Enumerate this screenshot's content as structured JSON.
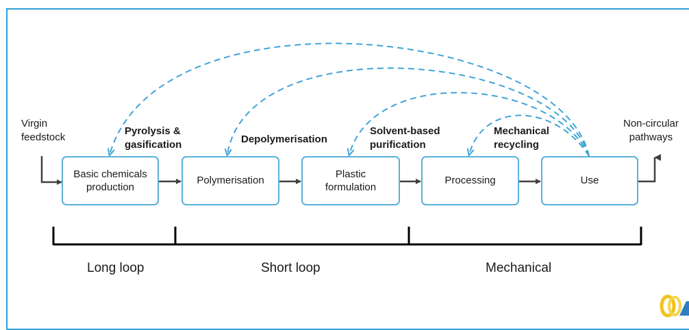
{
  "input": {
    "label": "Virgin\nfeedstock"
  },
  "output": {
    "label": "Non-circular\npathways"
  },
  "stages": [
    {
      "label": "Basic chemicals\nproduction"
    },
    {
      "label": "Polymerisation"
    },
    {
      "label": "Plastic\nformulation"
    },
    {
      "label": "Processing"
    },
    {
      "label": "Use"
    }
  ],
  "recycling": [
    {
      "label": "Pyrolysis &\ngasification"
    },
    {
      "label": "Depolymerisation"
    },
    {
      "label": "Solvent-based\npurification"
    },
    {
      "label": "Mechanical\nrecycling"
    }
  ],
  "loops": [
    {
      "label": "Long loop"
    },
    {
      "label": "Short loop"
    },
    {
      "label": "Mechanical"
    }
  ],
  "colors": {
    "box_border": "#5ab0d8",
    "dashed_arrow": "#3fa3d6",
    "frame": "#2e9fd9",
    "solid_arrow": "#404040"
  },
  "logo": {
    "icon": "brand-logo-icon"
  }
}
